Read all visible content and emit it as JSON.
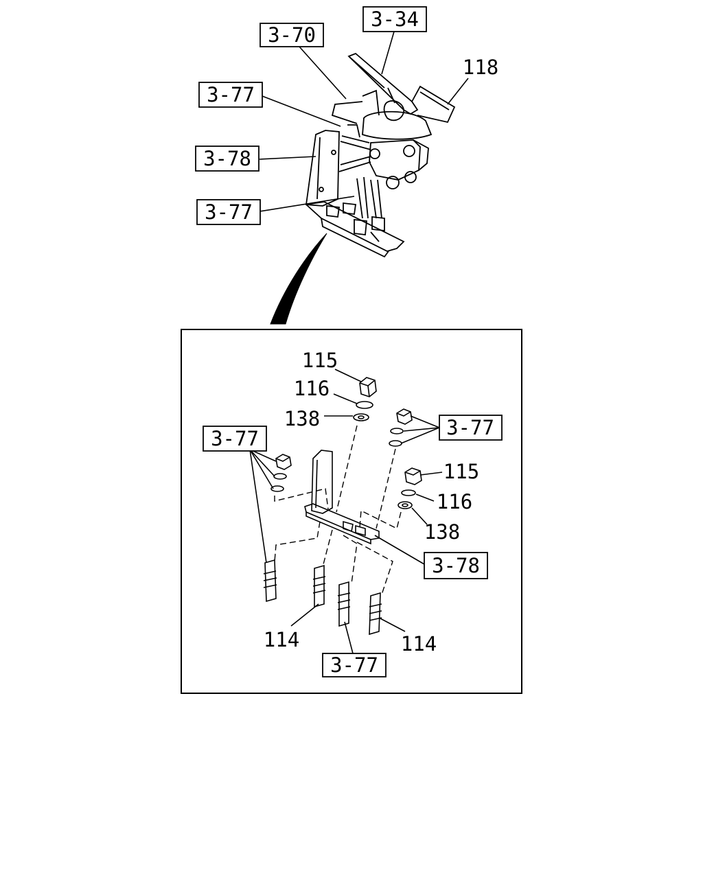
{
  "diagram": {
    "labels": {
      "ref_3_34": "3-34",
      "ref_3_70": "3-70",
      "part_118": "118",
      "ref_3_77_a": "3-77",
      "ref_3_78_a": "3-78",
      "ref_3_77_b": "3-77",
      "part_115_a": "115",
      "part_116_a": "116",
      "part_138_a": "138",
      "ref_3_77_c": "3-77",
      "ref_3_77_d": "3-77",
      "part_115_b": "115",
      "part_116_b": "116",
      "part_138_b": "138",
      "ref_3_78_b": "3-78",
      "part_114_a": "114",
      "part_114_b": "114",
      "ref_3_77_e": "3-77"
    }
  }
}
